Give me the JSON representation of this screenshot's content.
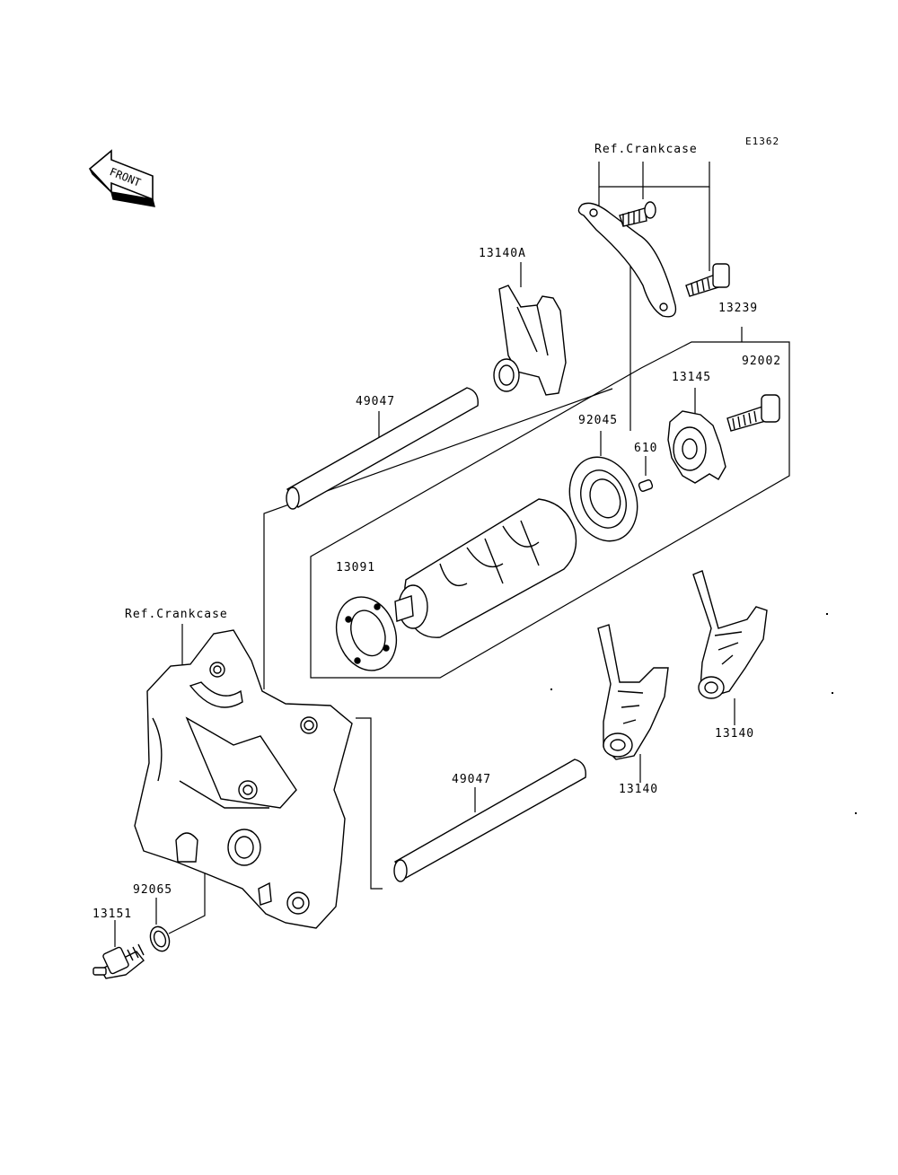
{
  "diagram_code": "E1362",
  "front_label": "FRONT",
  "labels": {
    "ref_crankcase_top": "Ref.Crankcase",
    "ref_crankcase_left": "Ref.Crankcase",
    "part_13140A": "13140A",
    "part_13239": "13239",
    "part_92002": "92002",
    "part_13145": "13145",
    "part_49047_top": "49047",
    "part_92045": "92045",
    "part_610": "610",
    "part_13091": "13091",
    "part_13140_right": "13140",
    "part_13140_mid": "13140",
    "part_49047_bottom": "49047",
    "part_92065": "92065",
    "part_13151": "13151"
  }
}
